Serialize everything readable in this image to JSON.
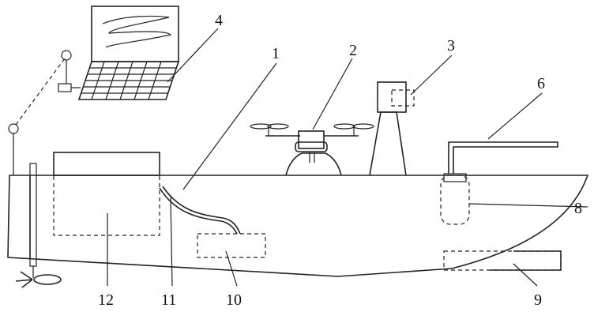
{
  "labels": {
    "n1": "1",
    "n2": "2",
    "n3": "3",
    "n4": "4",
    "n6": "6",
    "n8": "8",
    "n9": "9",
    "n10": "10",
    "n11": "11",
    "n12": "12"
  }
}
